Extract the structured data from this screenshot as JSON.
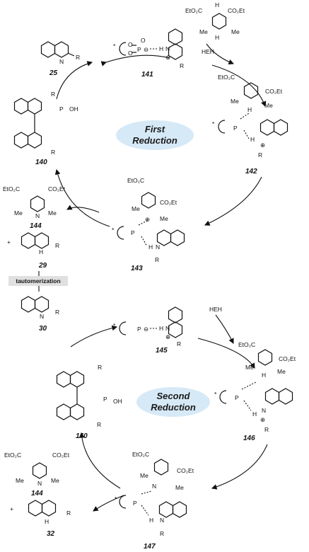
{
  "stages": {
    "first_line1": "First",
    "first_line2": "Reduction",
    "second_line1": "Second",
    "second_line2": "Reduction"
  },
  "compounds": {
    "c25": "25",
    "c141": "141",
    "c142": "142",
    "c143": "143",
    "c144_top": "144",
    "c29": "29",
    "c30": "30",
    "c145": "145",
    "c146": "146",
    "c147": "147",
    "c144_bottom": "144",
    "c32": "32",
    "c140_top": "140",
    "c140_bottom": "140"
  },
  "labels": {
    "heh_top": "HEH",
    "heh_bottom": "HEH",
    "tautomerization": "tautomerization",
    "etO2C": "EtO₂C",
    "co2et": "CO₂Et",
    "me": "Me",
    "n": "N",
    "nh": "NH",
    "h": "H",
    "r": "R",
    "oh": "OH",
    "p": "P",
    "o": "O",
    "star": "*",
    "plus": "+",
    "minus": "⊖",
    "cation": "⊕"
  },
  "colors": {
    "ellipse_fill": "#d6e9f7",
    "ink": "#111111"
  }
}
